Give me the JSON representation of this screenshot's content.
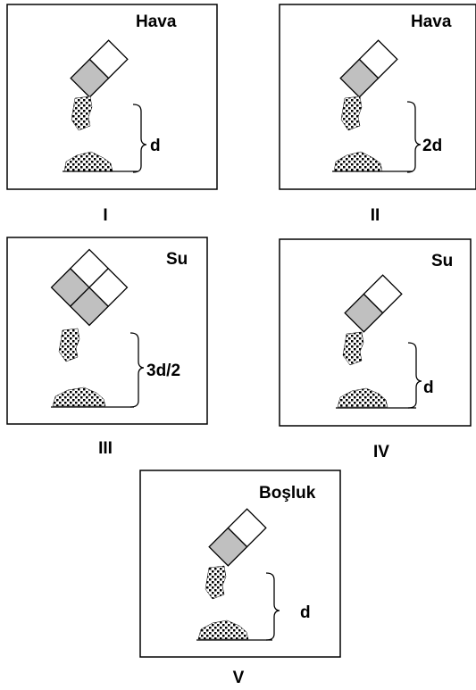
{
  "colors": {
    "background": "#ffffff",
    "stroke": "#000000",
    "shaded_block": "#c0c0c0",
    "open_block": "#ffffff"
  },
  "panels": [
    {
      "id": "I",
      "medium": "Hava",
      "distance": "d",
      "label": "I",
      "blocks": "1x2"
    },
    {
      "id": "II",
      "medium": "Hava",
      "distance": "2d",
      "label": "II",
      "blocks": "1x2"
    },
    {
      "id": "III",
      "medium": "Su",
      "distance": "3d/2",
      "label": "III",
      "blocks": "2x2"
    },
    {
      "id": "IV",
      "medium": "Su",
      "distance": "d",
      "label": "IV",
      "blocks": "1x2"
    },
    {
      "id": "V",
      "medium": "Boşluk",
      "distance": "d",
      "label": "V",
      "blocks": "1x2"
    }
  ]
}
